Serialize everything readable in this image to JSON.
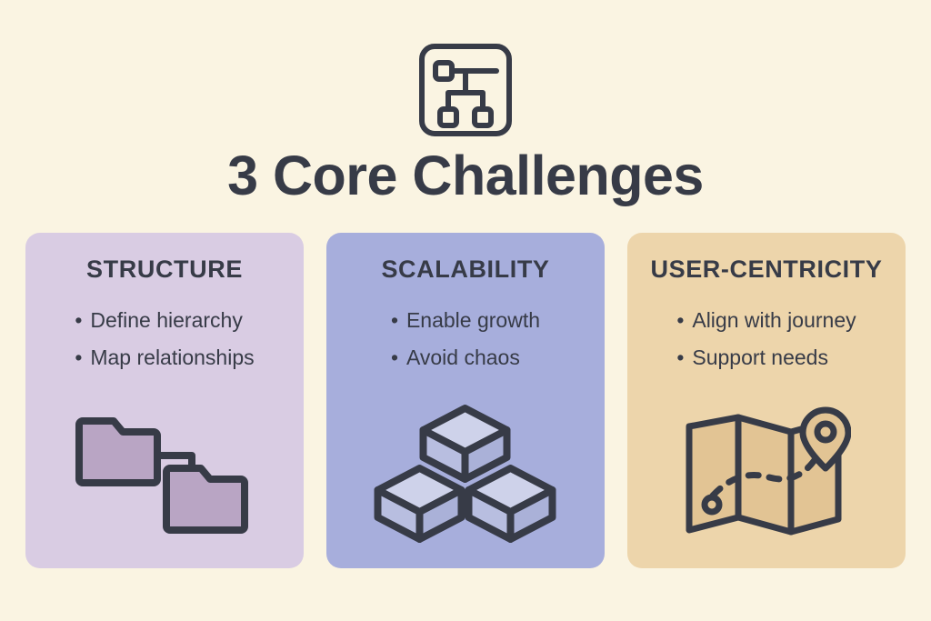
{
  "page": {
    "title": "3 Core Challenges",
    "background_color": "#faf4e2",
    "text_color": "#373b47",
    "header_icon": "sitemap-hierarchy-icon"
  },
  "cards": [
    {
      "id": "structure",
      "title": "STRUCTURE",
      "bullets": [
        "Define hierarchy",
        "Map relationships"
      ],
      "background_color": "#d9cce3",
      "icon": "connected-folders-icon",
      "icon_fill": "#b9a5c4",
      "icon_stroke": "#373b47"
    },
    {
      "id": "scalability",
      "title": "SCALABILITY",
      "bullets": [
        "Enable growth",
        "Avoid chaos"
      ],
      "background_color": "#a7aedc",
      "icon": "stacked-boxes-icon",
      "icon_fill": "#c3c8e6",
      "icon_stroke": "#373b47"
    },
    {
      "id": "user-centricity",
      "title": "USER-CENTRICITY",
      "bullets": [
        "Align with journey",
        "Support needs"
      ],
      "background_color": "#edd5ab",
      "icon": "folded-map-pin-icon",
      "icon_fill": "#e2c494",
      "icon_stroke": "#373b47"
    }
  ]
}
